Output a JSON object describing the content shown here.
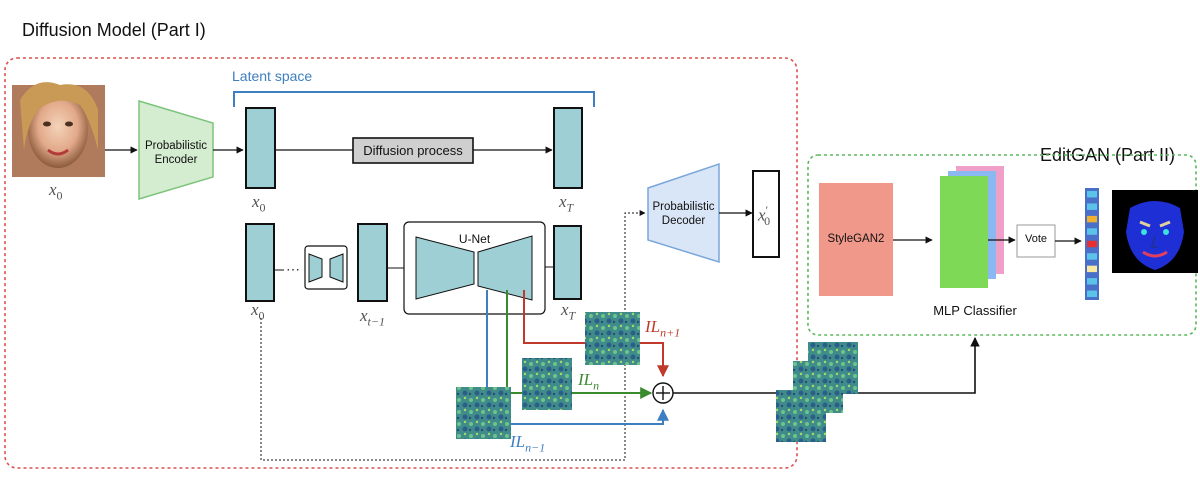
{
  "titles": {
    "part1": "Diffusion Model (Part I)",
    "part2": "EditGAN (Part II)",
    "latent_space": "Latent space"
  },
  "blocks": {
    "encoder": [
      "Probabilistic",
      "Encoder"
    ],
    "decoder": [
      "Probabilistic",
      "Decoder"
    ],
    "diffusion_process": "Diffusion process",
    "unet": "U-Net",
    "stylegan": "StyleGAN2",
    "mlp_classifier": "MLP Classifier",
    "vote": "Vote"
  },
  "math": {
    "input_x0": "x",
    "input_x0_sub": "0",
    "latent_x0_top": "x",
    "latent_x0_top_sub": "0",
    "latent_xT_top": "x",
    "latent_xT_top_sub": "T",
    "latent_x0_bottom": "x",
    "latent_x0_bottom_sub": "0",
    "latent_xt1": "x",
    "latent_xt1_sub": "t−1",
    "latent_xT_bottom": "x",
    "latent_xT_bottom_sub": "T",
    "output": "x",
    "output_sub": "0",
    "output_prime": "′",
    "dots": "⋯",
    "il_main": "IL",
    "il_np1_sub": "n+1",
    "il_n_sub": "n",
    "il_nm1_sub": "n−1"
  },
  "colors": {
    "part1_border": "#d9534f",
    "part2_border": "#5cb85c",
    "latent_bracket": "#3d7fc0",
    "latent_block": "#9ecfd4",
    "encoder_fill": "#d4ecd0",
    "encoder_stroke": "#7cc47a",
    "decoder_fill": "#d9e6f7",
    "decoder_stroke": "#7aa6da",
    "diffusion_fill": "#cfcfcf",
    "stylegan_fill": "#f0998b",
    "mlp_front": "#7ed957",
    "mlp_back1": "#8ab8f0",
    "mlp_back2": "#f0a0c8",
    "il_np1": "#c0392b",
    "il_n": "#3a8a2e",
    "il_nm1": "#3d7fc0",
    "feature_map": "#3f8c8a",
    "vote_bar": "#4a6fc8",
    "mask_face": "#1f2fd6"
  },
  "vote_cells": [
    "#5bc3e8",
    "#5bc3e8",
    "#f0b030",
    "#5bc3e8",
    "#e83030",
    "#5bc3e8",
    "#f8e8a0",
    "#5bc3e8",
    "#5bc3e8"
  ]
}
